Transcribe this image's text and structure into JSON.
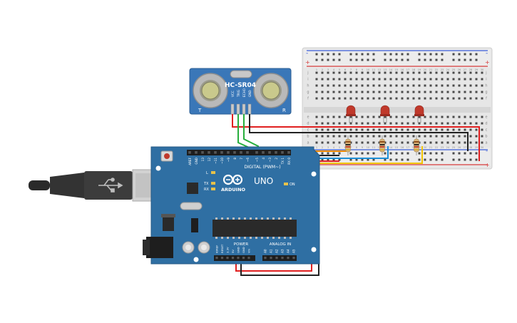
{
  "sensor": {
    "model": "HC-SR04",
    "pins": [
      "VCC",
      "TRIG",
      "ECHO",
      "GND"
    ],
    "corner_left": "T",
    "corner_right": "R"
  },
  "arduino": {
    "brand": "ARDUINO",
    "model": "UNO",
    "digital_header": "DIGITAL (PWM~)",
    "power_label": "POWER",
    "analog_label": "ANALOG IN",
    "on_label": "ON",
    "l_label": "L",
    "tx_label": "TX",
    "rx_label": "RX",
    "digital_pins": [
      "AREF",
      "GND",
      "13",
      "12",
      "~11",
      "~10",
      "~9",
      "8",
      "7",
      "~6",
      "~5",
      "4",
      "~3",
      "2",
      "TX 1",
      "RX 0"
    ],
    "power_pins": [
      "IOREF",
      "RESET",
      "3.3V",
      "5V",
      "GND",
      "GND",
      "Vin"
    ],
    "analog_pins": [
      "A0",
      "A1",
      "A2",
      "A3",
      "A4",
      "A5"
    ]
  },
  "breadboard": {
    "plus": "+",
    "minus": "-",
    "row_letters_top": [
      "j",
      "i",
      "h",
      "g",
      "f"
    ],
    "row_letters_bottom": [
      "e",
      "d",
      "c",
      "b",
      "a"
    ],
    "column_count": 30
  },
  "leds": [
    {
      "name": "led-1",
      "color": "#c0392b"
    },
    {
      "name": "led-2",
      "color": "#c0392b"
    },
    {
      "name": "led-3",
      "color": "#c0392b"
    }
  ],
  "colors": {
    "board": "#2f6fa3",
    "board_dark": "#245a86",
    "wire_red": "#e02020",
    "wire_black": "#222222",
    "wire_green": "#27ae3c",
    "wire_blue": "#1e8fd6",
    "wire_yellow": "#f2c400",
    "wire_orange": "#f08a00",
    "sensor_board": "#3a77b8"
  }
}
